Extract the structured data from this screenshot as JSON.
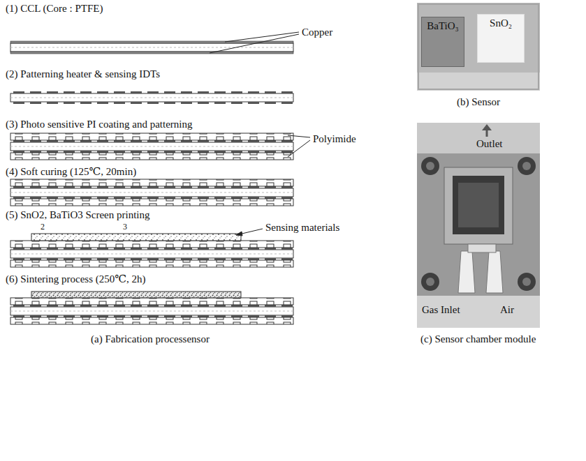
{
  "diagram": {
    "nodes": [
      {
        "text": [
          "(b) Sensor"
        ]
      },
      {
        "text": [
          "BaTiO₃"
        ],
        "in": 0
      },
      {
        "text": [
          "SnO₂"
        ],
        "in": 0
      },
      {
        "text": [
          "(c) Sensor chamber module"
        ]
      }
    ],
    "labels": [
      "(1) CCL (Core : PTFE)",
      "Copper",
      "(2) Patterning heater & sensing IDTs",
      "(3) Photo sensitive PI coating and patterning",
      "Polyimide",
      "(4) Soft curing (125℃, 20min)",
      "(5) SnO2, BaTiO3 Screen printing",
      "2",
      "3",
      "Sensing materials",
      "(6) Sintering process (250℃, 2h)",
      "(a) Fabrication processensor",
      "Outlet",
      "Gas Inlet",
      "Air"
    ]
  }
}
